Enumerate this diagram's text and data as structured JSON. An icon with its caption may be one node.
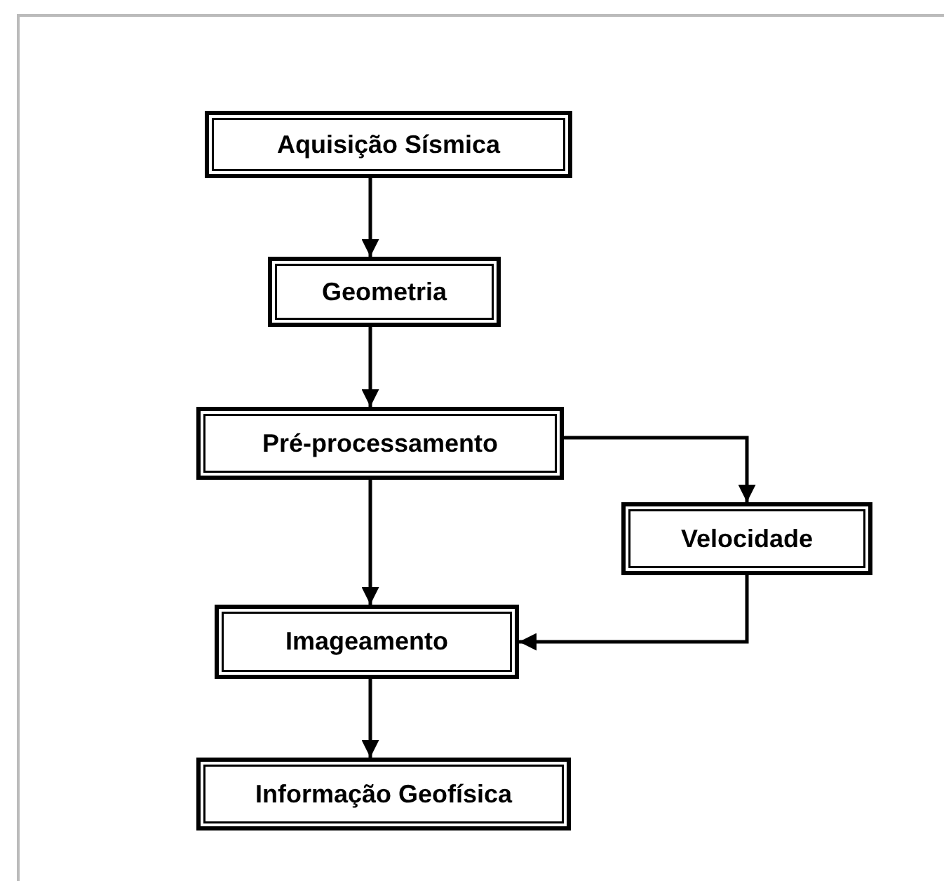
{
  "diagram": {
    "nodes": [
      {
        "text": [
          "Aquisição Sísmica"
        ]
      },
      {
        "text": [
          "Geometria"
        ]
      },
      {
        "text": [
          "Pré-processamento"
        ]
      },
      {
        "text": [
          "Velocidade"
        ]
      },
      {
        "text": [
          "Imageamento"
        ]
      },
      {
        "text": [
          "Informação Geofísica"
        ]
      }
    ],
    "edges": [
      {
        "from": 0,
        "to": 1,
        "arrow": "to"
      },
      {
        "from": 1,
        "to": 2,
        "arrow": "to"
      },
      {
        "from": 2,
        "to": 3,
        "arrow": "to"
      },
      {
        "from": 2,
        "to": 4,
        "arrow": "to"
      },
      {
        "from": 3,
        "to": 4,
        "arrow": "to"
      },
      {
        "from": 4,
        "to": 5,
        "arrow": "to"
      }
    ]
  }
}
